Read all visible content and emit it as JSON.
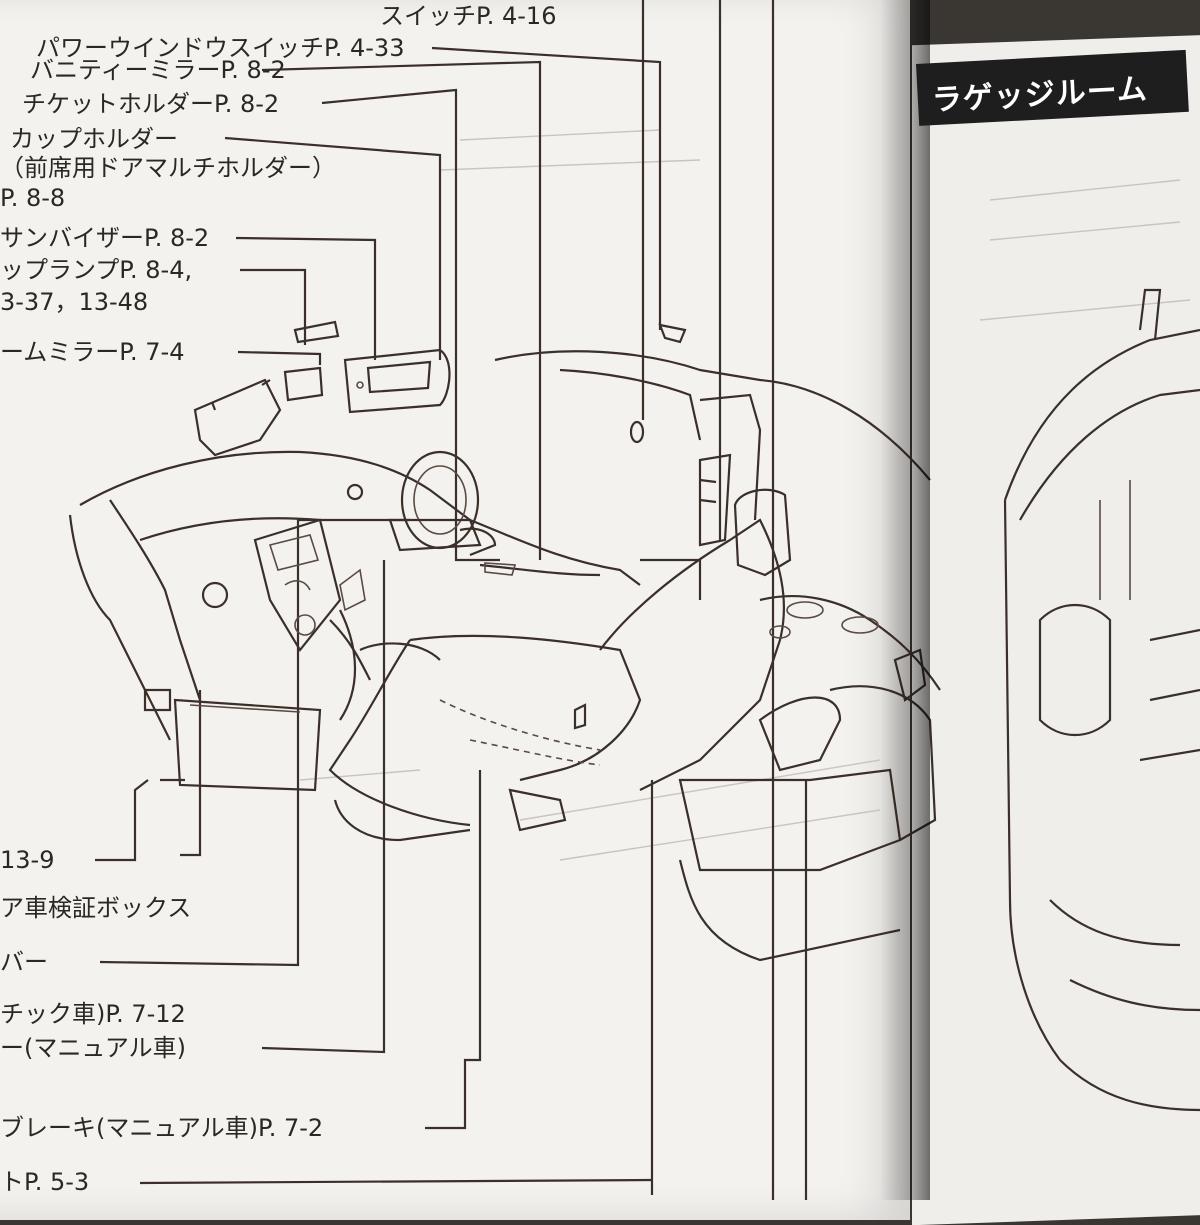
{
  "right_page": {
    "section_title": "ラゲッジルーム"
  },
  "labels": {
    "switch_top": "スイッチP. 4-16",
    "power_window": "パワーウインドウスイッチP. 4-33",
    "vanity_mirror": "バニティーミラーP. 8-2",
    "ticket_holder": "チケットホルダーP. 8-2",
    "cup_holder": "カップホルダー",
    "cup_holder_note": "（前席用ドアマルチホルダー）",
    "cup_holder_page": "P. 8-8",
    "sun_visor": "サンバイザーP. 8-2",
    "map_lamp": "ップランプP. 8-4,",
    "map_lamp_pages": "3-37，13-48",
    "room_mirror": "ームミラーP. 7-4",
    "page_13_9": "13-9",
    "inspection_box": "ア車検証ボックス",
    "lever": "バー",
    "automatic": "チック車)P. 7-12",
    "manual": "ー(マニュアル車)",
    "brake": "ブレーキ(マニュアル車)P. 7-2",
    "seat": "トP. 5-3"
  }
}
